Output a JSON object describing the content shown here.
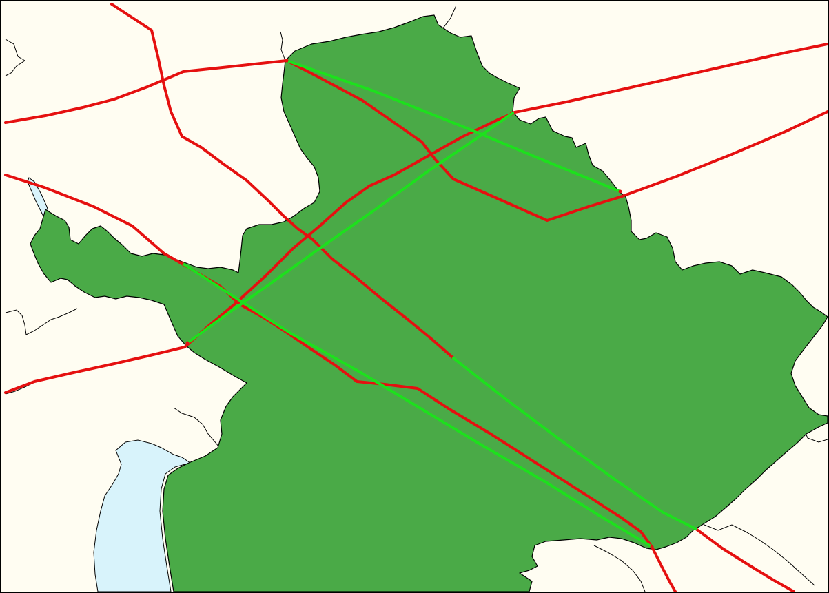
{
  "map": {
    "colors": {
      "background": "#fffdf2",
      "highlight_region": "#4aaa47",
      "water": "#d8f3fb",
      "boundary": "#000000",
      "route_outside": "#e51010",
      "route_inside": "#1de01d"
    },
    "layers": [
      "background",
      "water",
      "neighbor-boundaries",
      "highlight-region",
      "routes",
      "route-segments-in-region"
    ]
  }
}
